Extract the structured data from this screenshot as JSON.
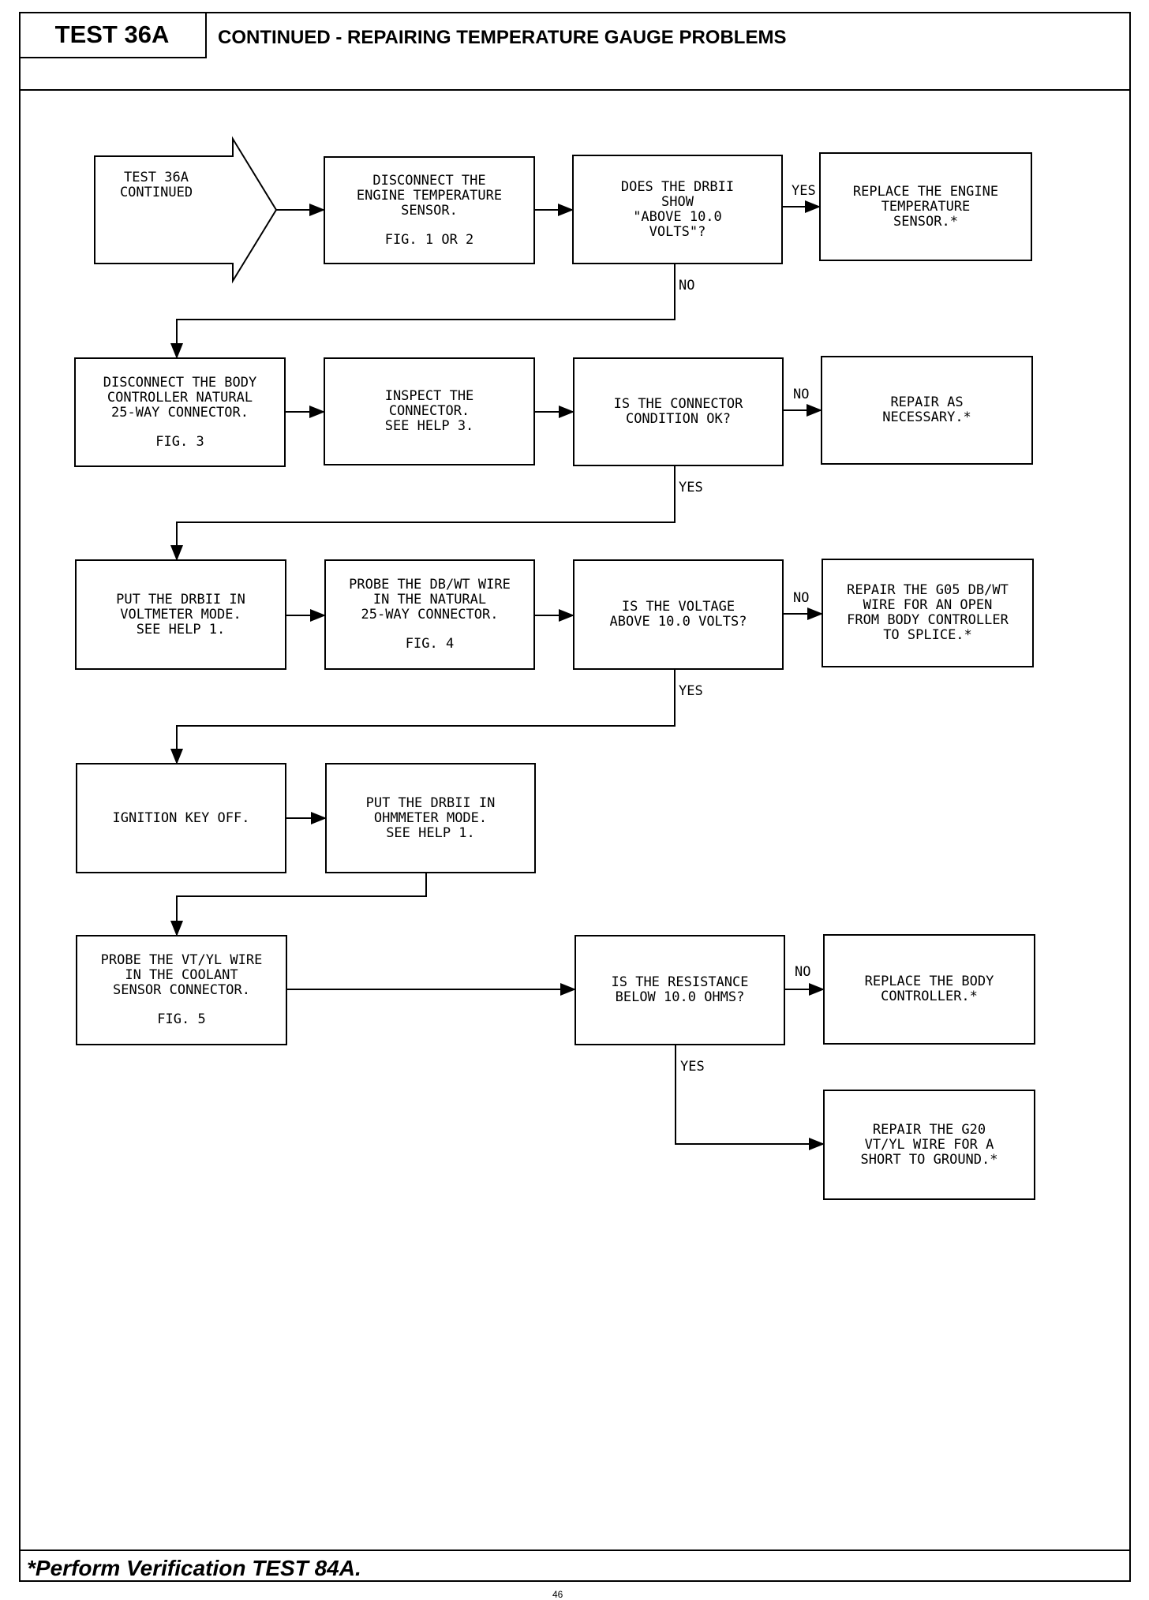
{
  "header": {
    "test_number": "TEST 36A",
    "title": "CONTINUED - REPAIRING TEMPERATURE GAUGE PROBLEMS"
  },
  "start": {
    "text": "TEST 36A\nCONTINUED"
  },
  "steps": {
    "s1": {
      "text": "DISCONNECT THE\nENGINE TEMPERATURE\nSENSOR.",
      "fig": "FIG. 1 OR 2"
    },
    "d1": {
      "text": "DOES THE DRBII\nSHOW\n\"ABOVE 10.0\nVOLTS\"?"
    },
    "r1": {
      "text": "REPLACE THE ENGINE\nTEMPERATURE\nSENSOR.*"
    },
    "s2": {
      "text": "DISCONNECT THE BODY\nCONTROLLER NATURAL\n25-WAY CONNECTOR.",
      "fig": "FIG. 3"
    },
    "s3": {
      "text": "INSPECT THE\nCONNECTOR.\nSEE HELP 3."
    },
    "d2": {
      "text": "IS THE CONNECTOR\nCONDITION OK?"
    },
    "r2": {
      "text": "REPAIR AS\nNECESSARY.*"
    },
    "s4": {
      "text": "PUT THE DRBII IN\nVOLTMETER MODE.\nSEE HELP 1."
    },
    "s5": {
      "text": "PROBE THE DB/WT WIRE\nIN THE NATURAL\n25-WAY CONNECTOR.",
      "fig": "FIG. 4"
    },
    "d3": {
      "text": "IS THE VOLTAGE\nABOVE 10.0 VOLTS?"
    },
    "r3": {
      "text": "REPAIR THE G05 DB/WT\nWIRE FOR AN OPEN\nFROM BODY CONTROLLER\nTO SPLICE.*"
    },
    "s6": {
      "text": "IGNITION KEY OFF."
    },
    "s7": {
      "text": "PUT THE DRBII IN\nOHMMETER MODE.\nSEE HELP 1."
    },
    "s8": {
      "text": "PROBE THE VT/YL WIRE\nIN THE COOLANT\nSENSOR CONNECTOR.",
      "fig": "FIG. 5"
    },
    "d4": {
      "text": "IS THE RESISTANCE\nBELOW 10.0 OHMS?"
    },
    "r4": {
      "text": "REPLACE THE BODY\nCONTROLLER.*"
    },
    "r5": {
      "text": "REPAIR THE G20\nVT/YL WIRE FOR A\nSHORT TO GROUND.*"
    }
  },
  "labels": {
    "yes_1": "YES",
    "no_1": "NO",
    "no_2": "NO",
    "yes_2": "YES",
    "no_3": "NO",
    "yes_3": "YES",
    "no_4": "NO",
    "yes_4": "YES"
  },
  "footer": {
    "note": "*Perform Verification TEST 84A.",
    "page": "46"
  }
}
